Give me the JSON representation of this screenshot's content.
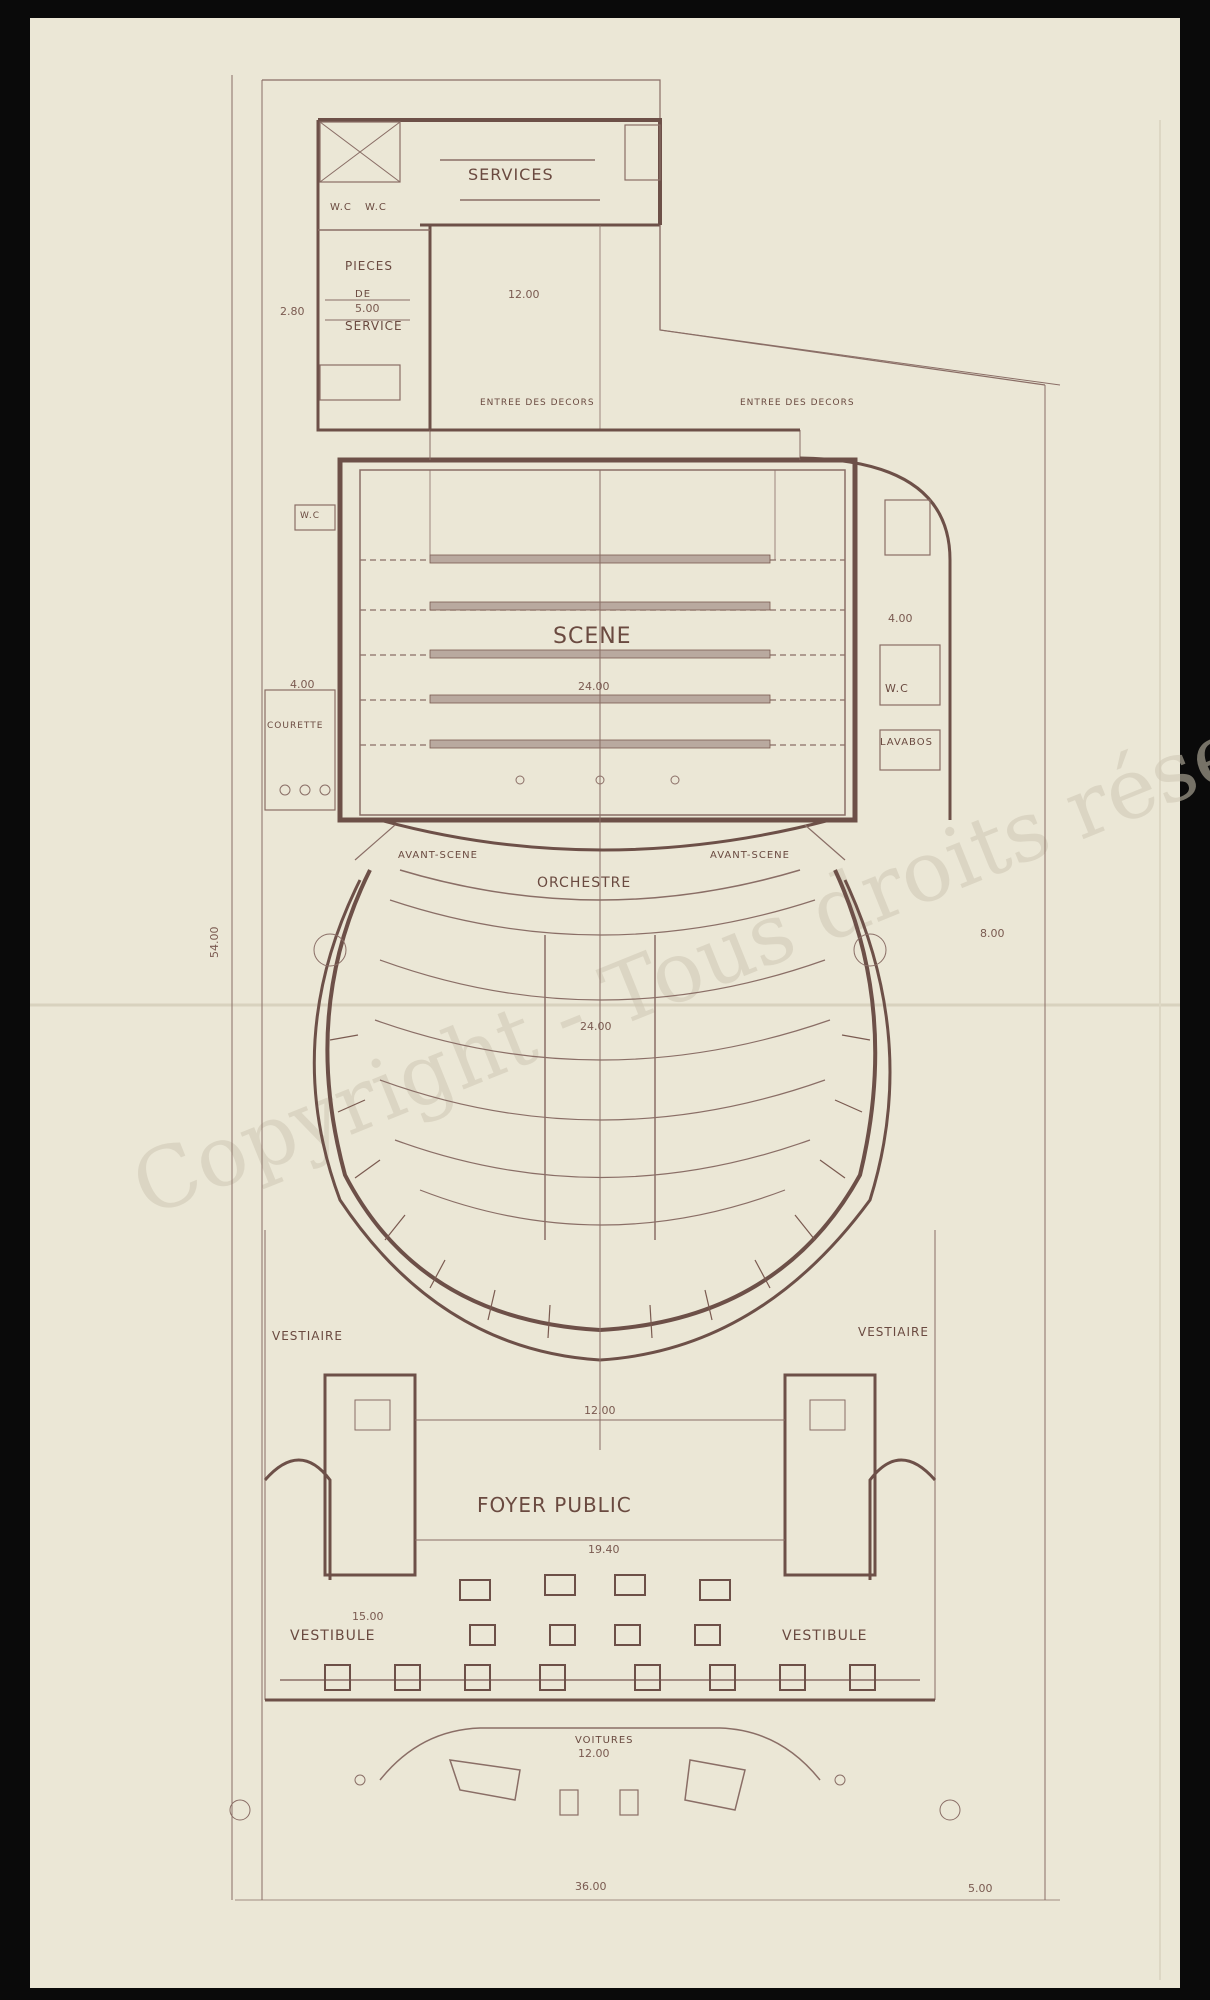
{
  "labels": {
    "services": "SERVICES",
    "wc_1": "W.C",
    "wc_2": "W.C",
    "pieces": "PIECES",
    "de": "DE",
    "service": "SERVICE",
    "entree_decors_left": "ENTREE DES DECORS",
    "entree_decors_right": "ENTREE DES DECORS",
    "scene": "SCENE",
    "wc_scene": "W.C",
    "lavabos": "LAVABOS",
    "courette": "COURETTE",
    "avant_scene_left": "AVANT-SCENE",
    "avant_scene_right": "AVANT-SCENE",
    "orchestre": "ORCHESTRE",
    "vestiaire_left": "VESTIAIRE",
    "vestiaire_right": "VESTIAIRE",
    "foyer_public": "FOYER PUBLIC",
    "vestibule_left": "VESTIBULE",
    "vestibule_right": "VESTIBULE",
    "voitures": "VOITURES",
    "wc_small": "W.C"
  },
  "dimensions": {
    "d1": "12.00",
    "d2": "5.00",
    "d3": "24.00",
    "d4": "4.00",
    "d5": "4.00",
    "d6": "24.00",
    "d7": "8.00",
    "d8": "12.00",
    "d9": "19.40",
    "d10": "15.00",
    "d11": "12.00",
    "d12": "36.00",
    "d13": "5.00",
    "d14": "54.00",
    "d15": "2.80"
  },
  "watermark": "Copyright - Tous droits réservés.",
  "colors": {
    "paper": "#ebe7d6",
    "ink": "#6d5048",
    "background": "#0a0a0a"
  }
}
